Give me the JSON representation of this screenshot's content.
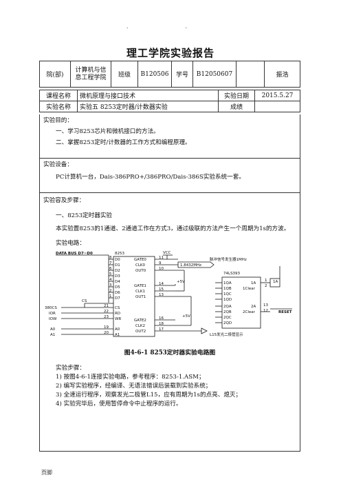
{
  "header_dots": ". .",
  "title": "理工学院实验报告",
  "info": {
    "dept_label": "院(部)",
    "dept_value": "计算机与信息工程学院",
    "class_label": "班级",
    "class_value": "B120506",
    "id_label": "学号",
    "id_value": "B12050607",
    "name_value": "振浩",
    "course_label": "课程名称",
    "course_value": "微机原理与接口技术",
    "date_label": "实验日期",
    "date_value": "2015.5.27",
    "exp_label": "实验名称",
    "exp_value": "实验五 8253定时器/计数器实验",
    "score_label": "成绩",
    "score_value": ""
  },
  "purpose": {
    "heading": "实验目的：",
    "items": [
      "一、学习8253芯片和微机接口的方法。",
      "二、掌握8253定时/计数器的工作方式和编程原理。"
    ]
  },
  "equipment": {
    "heading": "实验设备：",
    "text": "PC计算机一台，Dais-386PRO+/386PRO/Dais-386S实验系统一套。"
  },
  "content": {
    "heading": "实验容及步骤：",
    "sub1": "一、8253定时器实验",
    "para": "本实验置8253的1通道、2通道工作在方式3，通过级联的方法产生一个周期为1s的方波。",
    "circuit_label": "实验电路：",
    "figure_caption": "图4-6-1   8253定时器实验电路图",
    "steps_label": "实验步骤：",
    "steps": [
      "1)  按图4-6-1连接实验电路，参考程序：8253-1.ASM；",
      "2)  编写实验程序，经编译、无语法错误后装载到实验系统；",
      "3)  全速运行程序，观察发光二极管L15，应有周期为1s的点亮、熄灭；",
      "4)  实验完毕后，使用暂停命令中止程序的运行。"
    ]
  },
  "diagram": {
    "bus_label": "DATA BUS D7~D0",
    "chip": "8253",
    "data_pins": [
      "D0",
      "D1",
      "D2",
      "D3",
      "D4",
      "D5",
      "D6",
      "D7"
    ],
    "pin_nums": [
      "8",
      "7",
      "6",
      "5",
      "4",
      "3",
      "2",
      "1"
    ],
    "ctrl_pins": [
      "CS",
      "RD",
      "WR",
      "A0",
      "A1"
    ],
    "ctrl_nums": [
      "21",
      "22",
      "23",
      "19",
      "20"
    ],
    "ctrl_left": [
      "380CS",
      "IOR",
      "IOW",
      "A0",
      "A1"
    ],
    "cs_label": "CS",
    "vcc": "VCC",
    "gate0": "GATE0",
    "clk0": "CLK0",
    "out0": "OUT0",
    "gate1": "GATE1",
    "clk1": "CLK1",
    "out1": "OUT1",
    "gate2": "GATE2",
    "clk2": "CLK2",
    "out2": "OUT2",
    "gate0_nums": [
      "11",
      "9",
      "10"
    ],
    "gate1_nums": [
      "14",
      "15",
      "13"
    ],
    "gate2_nums": [
      "16",
      "18",
      "17"
    ],
    "freq": "1.8432MHz",
    "plus5": "+5V",
    "clock_label": "脉冲信号发生器1MHz",
    "counter_chip": "74LS393",
    "counter_pins": [
      "1QA",
      "1QB",
      "1QC",
      "1QD",
      "2QA",
      "2QB",
      "2QC",
      "2QD"
    ],
    "counter_clr1": "1A",
    "counter_clr1b": "1Clear",
    "counter_clr2": "2A",
    "counter_clr2b": "2Clear",
    "reset": "RESET",
    "num_13": "13",
    "num_12": "12",
    "num_1": "1",
    "num_2": "2",
    "led_label": "L15发光二极管显示"
  },
  "footer": "页脚"
}
